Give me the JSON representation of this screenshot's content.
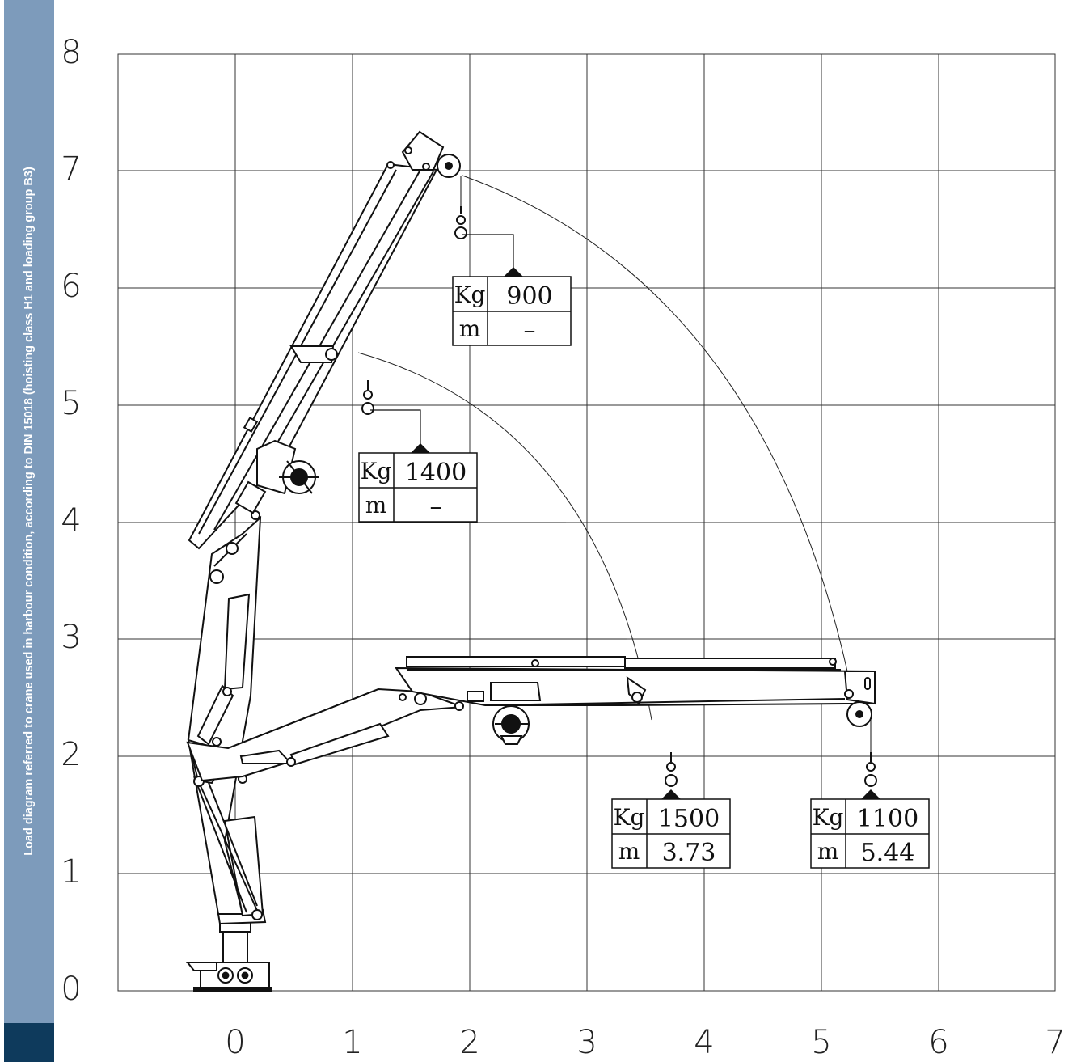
{
  "sidebar": {
    "caption": "Load diagram referred to crane used in harbour condition, according to DIN 15018  (hoisting class H1 and loading group B3)",
    "color_light": "#7d9bbb",
    "color_dark": "#0e3a5c"
  },
  "axes": {
    "y_ticks": [
      "0",
      "1",
      "2",
      "3",
      "4",
      "5",
      "6",
      "7",
      "8"
    ],
    "x_ticks": [
      "0",
      "1",
      "2",
      "3",
      "4",
      "5",
      "6",
      "7"
    ]
  },
  "load_points": [
    {
      "kg_label": "Kg",
      "kg_value": "900",
      "m_label": "m",
      "m_value": "–"
    },
    {
      "kg_label": "Kg",
      "kg_value": "1400",
      "m_label": "m",
      "m_value": "–"
    },
    {
      "kg_label": "Kg",
      "kg_value": "1500",
      "m_label": "m",
      "m_value": "3.73"
    },
    {
      "kg_label": "Kg",
      "kg_value": "1100",
      "m_label": "m",
      "m_value": "5.44"
    }
  ]
}
